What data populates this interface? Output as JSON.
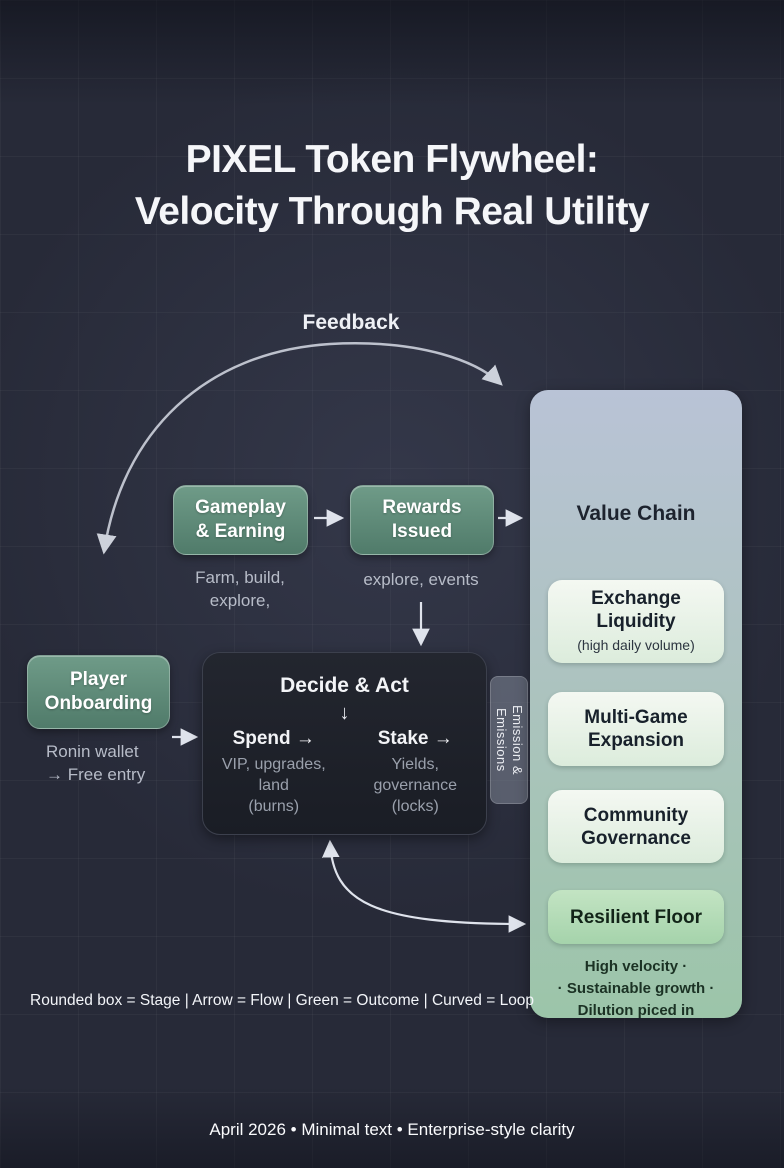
{
  "title": {
    "line1": "PIXEL Token Flywheel:",
    "line2": "Velocity Through Real Utility"
  },
  "feedback": {
    "label": "Feedback"
  },
  "stages": {
    "gameplay": {
      "line1": "Gameplay",
      "line2": "& Earning",
      "cap1": "Farm, build,",
      "cap2": "explore,"
    },
    "rewards": {
      "line1": "Rewards",
      "line2": "Issued",
      "cap": "explore, events"
    },
    "onboarding": {
      "line1": "Player",
      "line2": "Onboarding",
      "cap1": "Ronin wallet",
      "cap2": "→ Free entry"
    }
  },
  "decide": {
    "title": "Decide & Act",
    "arrow": "↓",
    "spend_heading": "Spend →",
    "spend_lines": [
      "VIP, upgrades,",
      "land",
      "(burns)"
    ],
    "stake_heading": "Stake →",
    "stake_lines": [
      "Yields,",
      "governance",
      "(locks)"
    ]
  },
  "emission": {
    "line1": "Emission &",
    "line2": "Emissions"
  },
  "value_chain": {
    "title": "Value Chain",
    "items": [
      {
        "line1": "Exchange",
        "line2": "Liquidity",
        "sub": "(high daily volume)"
      },
      {
        "line1": "Multi-Game",
        "line2": "Expansion"
      },
      {
        "line1": "Community",
        "line2": "Governance"
      },
      {
        "line1": "Resilient Floor"
      }
    ],
    "notes": [
      "High velocity ·",
      "· Sustainable growth ·",
      "Dilution piced in"
    ]
  },
  "legend": {
    "text": "Rounded box = Stage | Arrow = Flow | Green = Outcome | Curved = Loop"
  },
  "footer": {
    "text": "April 2026 • Minimal text • Enterprise-style clarity"
  },
  "colors": {
    "background": "#272a38",
    "stage_green": "#5c8a77",
    "panel_top": "#b9c3d6",
    "panel_bottom": "#9cc5a9",
    "outcome_green": "#aed9b2",
    "dark_box": "#1e212a",
    "arrow_light": "#d9dde6",
    "arrow_dark": "#2f3b33"
  }
}
